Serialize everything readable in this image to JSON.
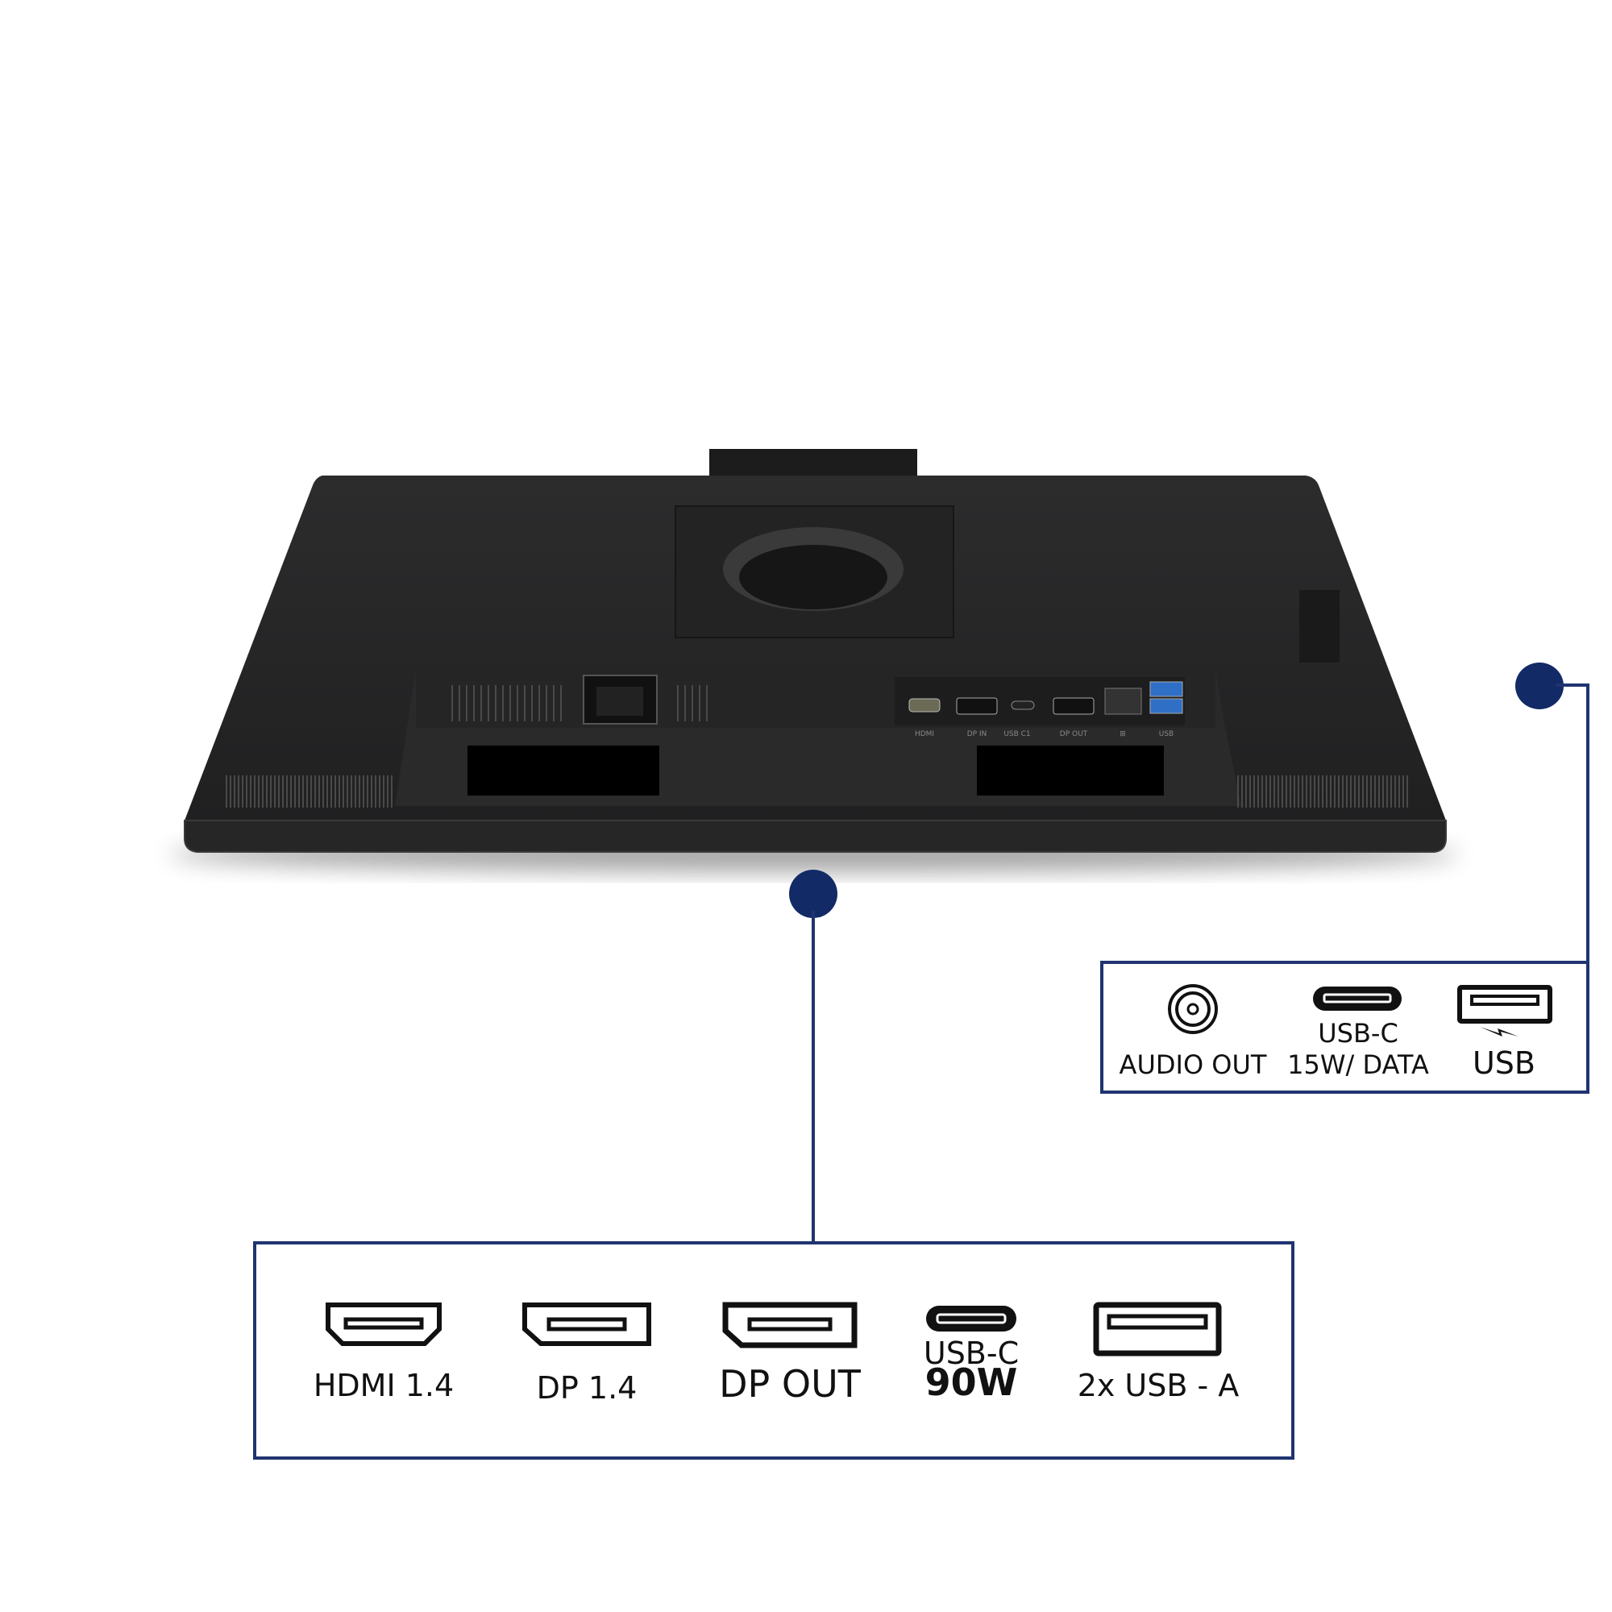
{
  "monitor": {
    "port_panel_labels": [
      "HDMI",
      "DP IN",
      "USB C1",
      "DP OUT",
      "USB"
    ],
    "lan_icon": "network-icon"
  },
  "accent_color": "#1f3470",
  "callout_bottom": {
    "ports": [
      {
        "icon": "hdmi-port-icon",
        "label": "HDMI 1.4"
      },
      {
        "icon": "displayport-icon",
        "label": "DP 1.4"
      },
      {
        "icon": "displayport-out-icon",
        "label": "DP OUT"
      },
      {
        "icon": "usb-c-port-icon",
        "label": "USB-C",
        "sublabel": "90W"
      },
      {
        "icon": "usb-a-port-icon",
        "label": "2x USB - A"
      }
    ]
  },
  "callout_side": {
    "ports": [
      {
        "icon": "audio-jack-icon",
        "label": "AUDIO OUT"
      },
      {
        "icon": "usb-c-port-icon",
        "label": "USB-C",
        "sublabel": "15W/ DATA"
      },
      {
        "icon": "usb-charging-port-icon",
        "label": "USB"
      }
    ]
  }
}
